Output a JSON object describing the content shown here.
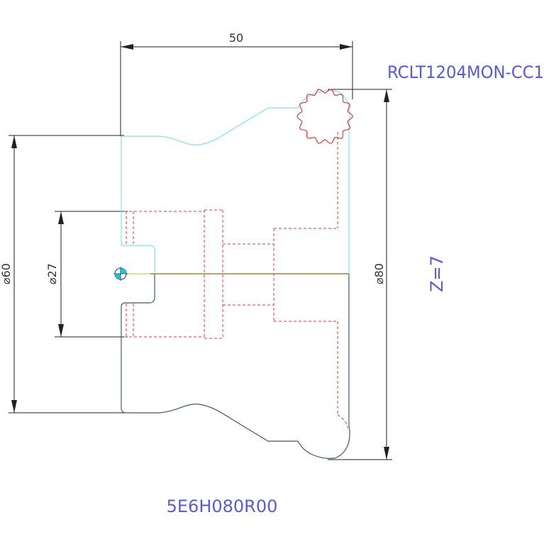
{
  "dimensions": {
    "width_label": "50",
    "dia_60_label": "⌀60",
    "dia_27_label": "⌀27",
    "dia_80_label": "⌀80"
  },
  "annotations": {
    "insert_code": "RCLT1204MON-CC1",
    "teeth_count": "Z=7",
    "part_code": "5E6H080R00"
  },
  "colors": {
    "dimension": "#222222",
    "upper_profile": "#7fe3ee",
    "lower_profile": "#3b5a6e",
    "hidden_lines": "#e23b3b",
    "insert_outline": "#e23b3b",
    "label_blue": "#5a5ad6",
    "axis_line": "#8a6a1a",
    "center_mark_cyan": "#1ac8e0"
  }
}
